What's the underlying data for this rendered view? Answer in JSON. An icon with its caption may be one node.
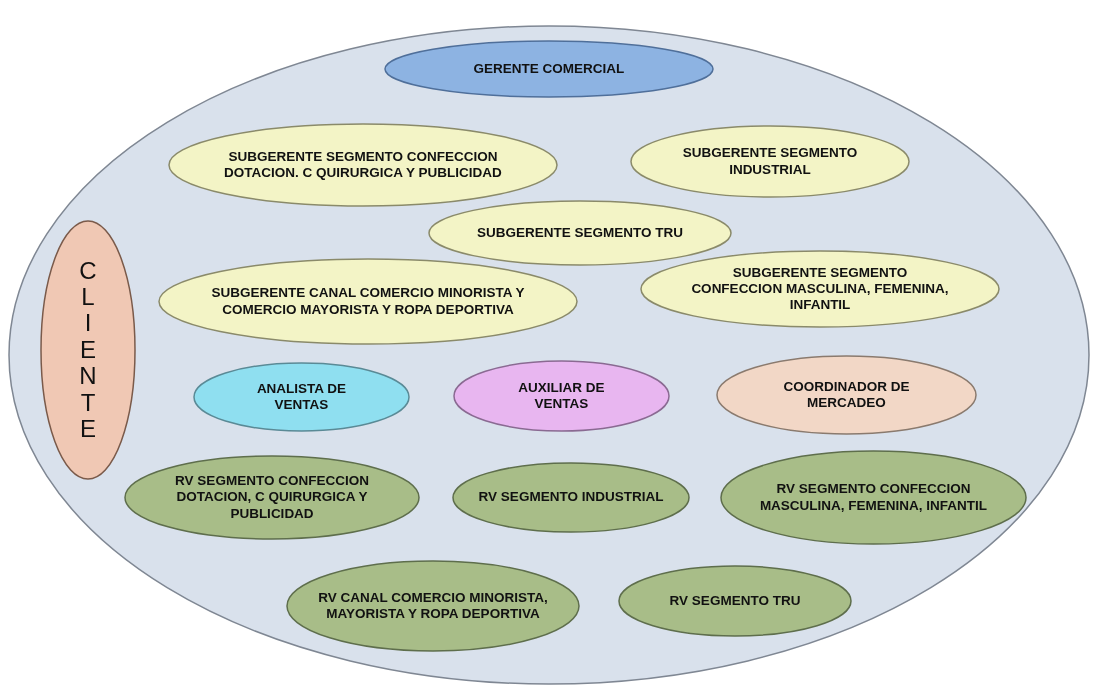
{
  "diagram": {
    "nodes": [
      {
        "text": [],
        "shape": "ellipse"
      },
      {
        "text": [
          "GERENTE COMERCIAL"
        ],
        "in": 0
      },
      {
        "text": [
          "SUBGERENTE SEGMENTO CONFECCION DOTACION. C QUIRURGICA Y PUBLICIDAD"
        ],
        "in": 0
      },
      {
        "text": [
          "SUBGERENTE SEGMENTO INDUSTRIAL"
        ],
        "in": 0
      },
      {
        "text": [
          "SUBGERENTE SEGMENTO TRU"
        ],
        "in": 0
      },
      {
        "text": [
          "CLIENTE"
        ],
        "in": 0
      },
      {
        "text": [
          "SUBGERENTE CANAL COMERCIO MINORISTA Y COMERCIO MAYORISTA Y ROPA DEPORTIVA"
        ],
        "in": 0
      },
      {
        "text": [
          "SUBGERENTE SEGMENTO CONFECCION MASCULINA, FEMENINA, INFANTIL"
        ],
        "in": 0
      },
      {
        "text": [
          "ANALISTA DE VENTAS"
        ],
        "in": 0
      },
      {
        "text": [
          "AUXILIAR DE VENTAS"
        ],
        "in": 0
      },
      {
        "text": [
          "COORDINADOR DE MERCADEO"
        ],
        "in": 0
      },
      {
        "text": [
          "RV SEGMENTO CONFECCION DOTACION, C QUIRURGICA Y PUBLICIDAD"
        ],
        "in": 0
      },
      {
        "text": [
          "RV SEGMENTO INDUSTRIAL"
        ],
        "in": 0
      },
      {
        "text": [
          "RV SEGMENTO CONFECCION MASCULINA, FEMENINA, INFANTIL"
        ],
        "in": 0
      },
      {
        "text": [
          "RV CANAL COMERCIO MINORISTA, MAYORISTA Y ROPA DEPORTIVA"
        ],
        "in": 0
      },
      {
        "text": [
          "RV SEGMENTO TRU"
        ],
        "in": 0
      }
    ]
  }
}
